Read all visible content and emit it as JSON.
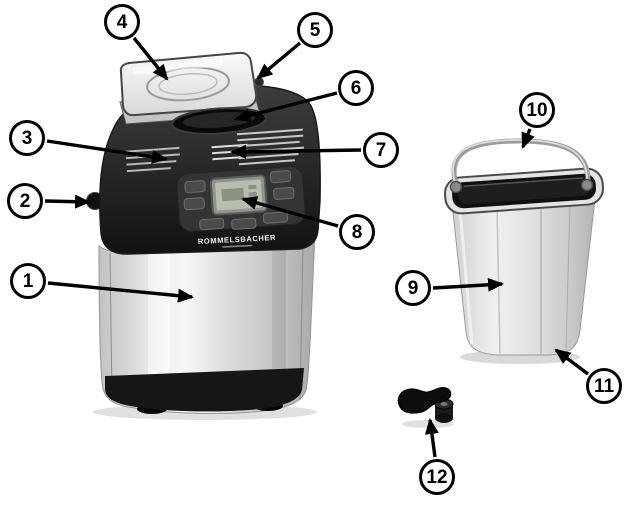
{
  "diagram": {
    "brand": "ROMMELSBACHER",
    "callouts": [
      "1",
      "2",
      "3",
      "4",
      "5",
      "6",
      "7",
      "8",
      "9",
      "10",
      "11",
      "12"
    ]
  }
}
